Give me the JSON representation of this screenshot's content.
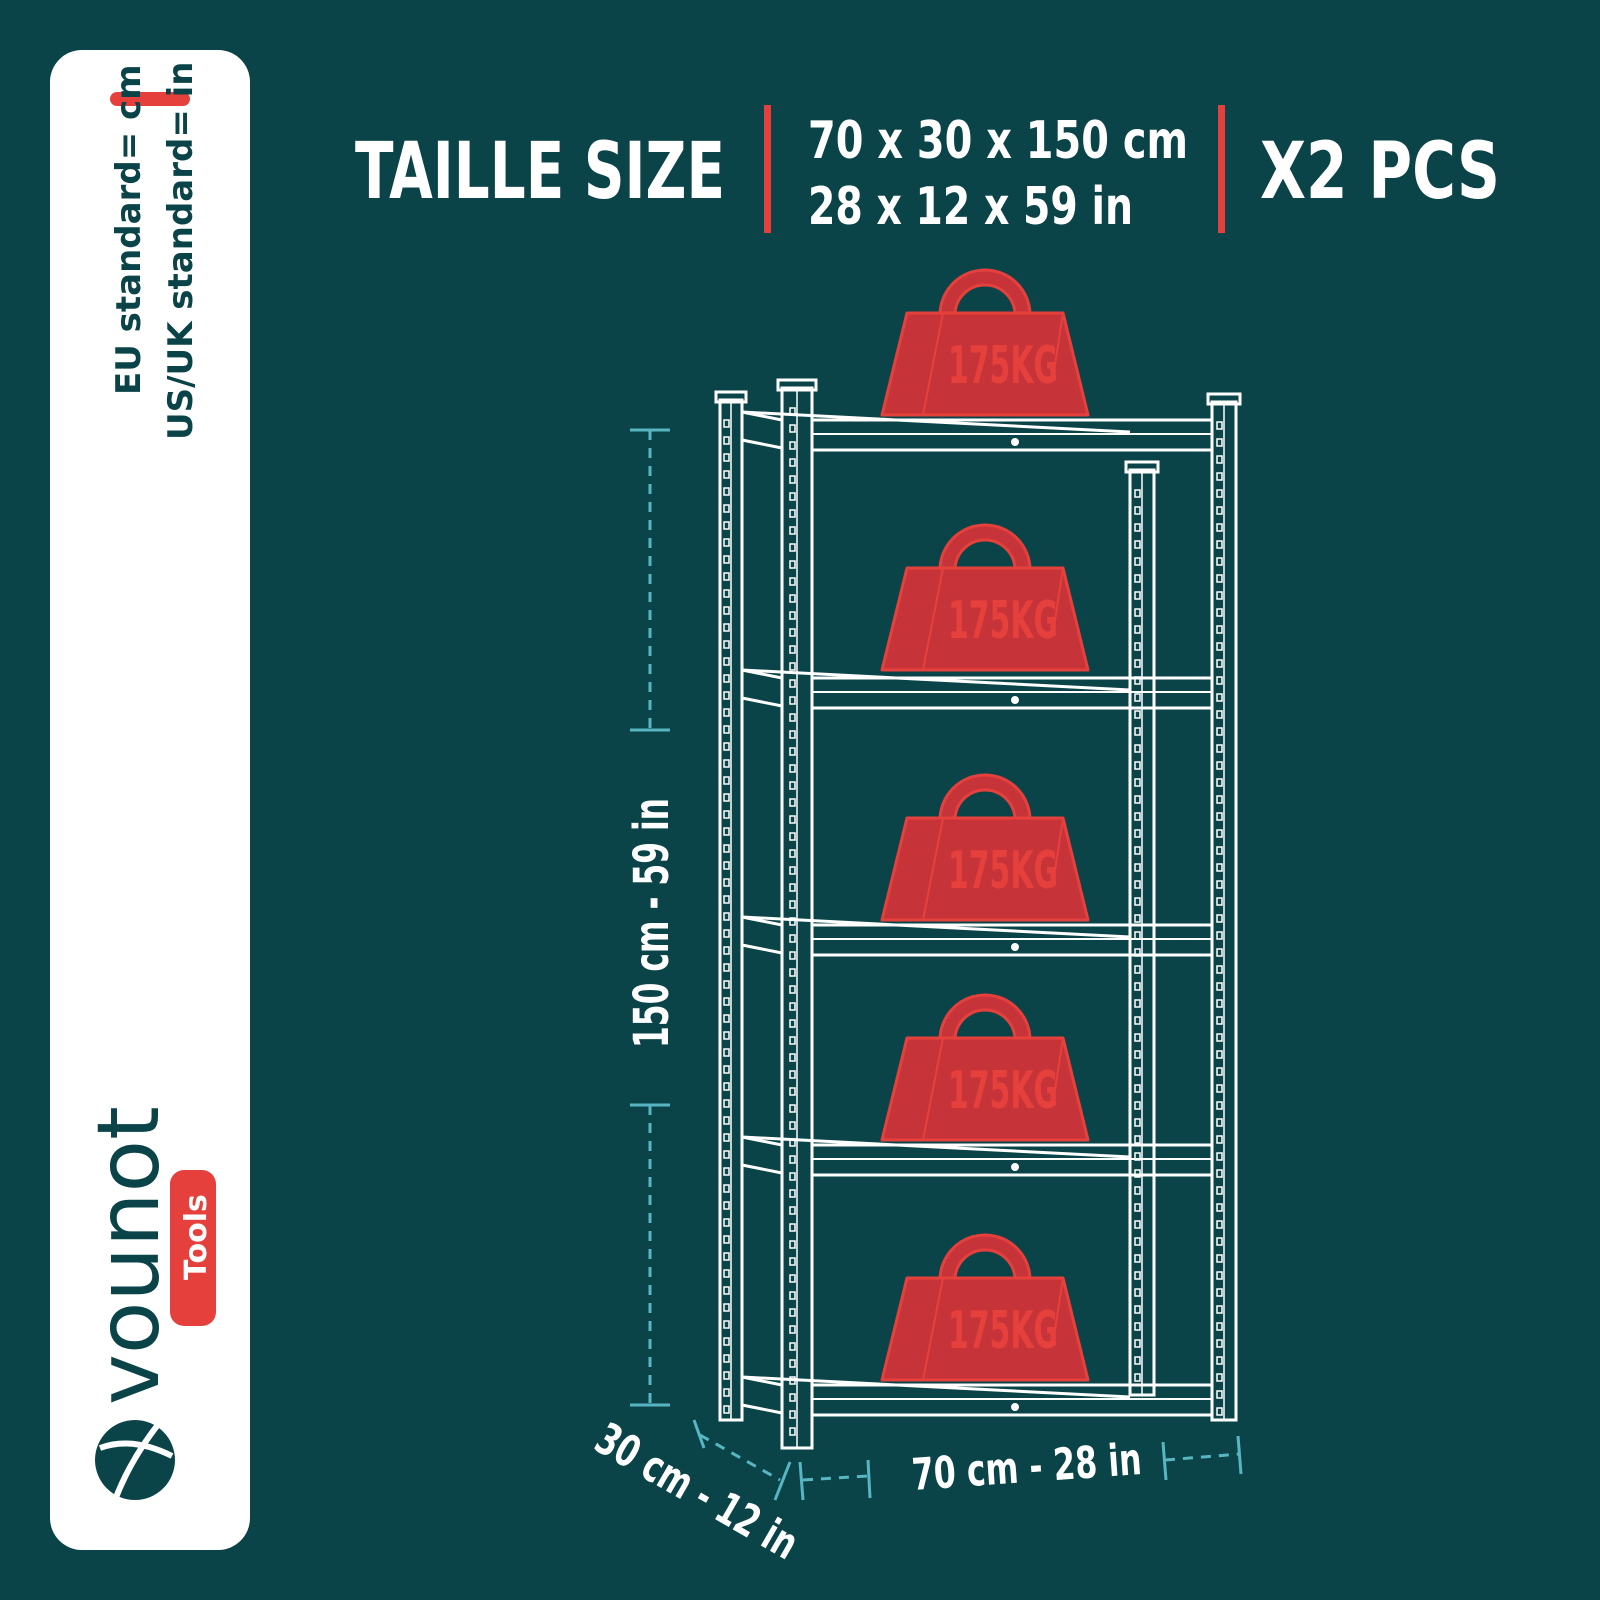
{
  "colors": {
    "background": "#0b4448",
    "white": "#ffffff",
    "accent_red": "#e5403c",
    "dimension_teal": "#58b6c2",
    "brand_text": "#0b4448"
  },
  "sidebar": {
    "eu_standard": "EU standard= cm",
    "us_uk_standard": "US/UK standard= in",
    "brand_name": "vounot",
    "brand_tag": "Tools",
    "logo_icon": "vounot-logo-icon"
  },
  "header": {
    "title": "TAILLE SIZE",
    "size_metric": "70 x 30 x 150 cm",
    "size_imperial": "28 x 12 x 59 in",
    "quantity": "X2 PCS"
  },
  "shelf": {
    "shelf_count": 5,
    "icon": "weight-icon",
    "load_labels": [
      "175KG",
      "175KG",
      "175KG",
      "175KG",
      "175KG"
    ]
  },
  "dimensions": {
    "height": "150 cm - 59 in",
    "depth": "30 cm - 12 in",
    "width": "70 cm - 28 in"
  }
}
